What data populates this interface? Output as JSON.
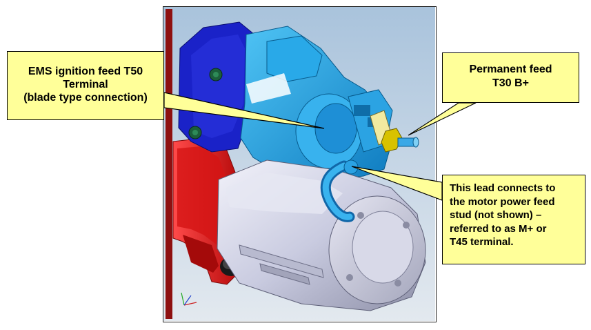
{
  "callouts": {
    "ems": {
      "lines": [
        "EMS ignition feed  T50",
        "Terminal",
        "(blade type connection)"
      ]
    },
    "permanent": {
      "lines": [
        "Permanent feed",
        "T30  B+"
      ]
    },
    "lead": {
      "lines": [
        "This lead connects to",
        "the motor power feed",
        "stud (not shown) –",
        "referred to as M+ or",
        "T45 terminal."
      ]
    }
  },
  "colors": {
    "callout_fill": "#ffff99",
    "solenoid": "#1e9fe0",
    "bracket": "#1a22c8",
    "flange": "#e01818",
    "motor_body": "#c9cbe0",
    "terminal_nut": "#d8c200",
    "terminal_ring": "#e020c8",
    "background_top": "#a9c3dc",
    "background_bottom": "#dfe6ee"
  },
  "icons": [
    "axis-triad-icon"
  ]
}
